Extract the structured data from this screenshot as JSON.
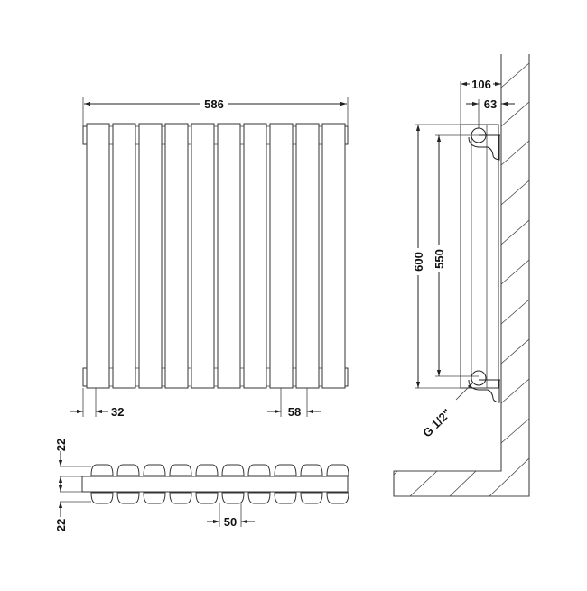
{
  "drawing": {
    "title": "Vertical designer radiator technical drawing",
    "stroke_color": "#222222",
    "background": "#ffffff"
  },
  "front_view": {
    "panel_count": 10,
    "width_label": "586",
    "end_offset_label": "32",
    "panel_pitch_label": "58"
  },
  "top_view": {
    "top_depth_label": "22",
    "bottom_depth_label": "22",
    "tube_spacing_label": "50",
    "tube_count_per_row": 10
  },
  "side_view": {
    "overall_depth_label": "106",
    "wall_to_pipe_label": "63",
    "height_label": "600",
    "pipe_centres_label": "550",
    "connection_label": "G 1/2\""
  }
}
